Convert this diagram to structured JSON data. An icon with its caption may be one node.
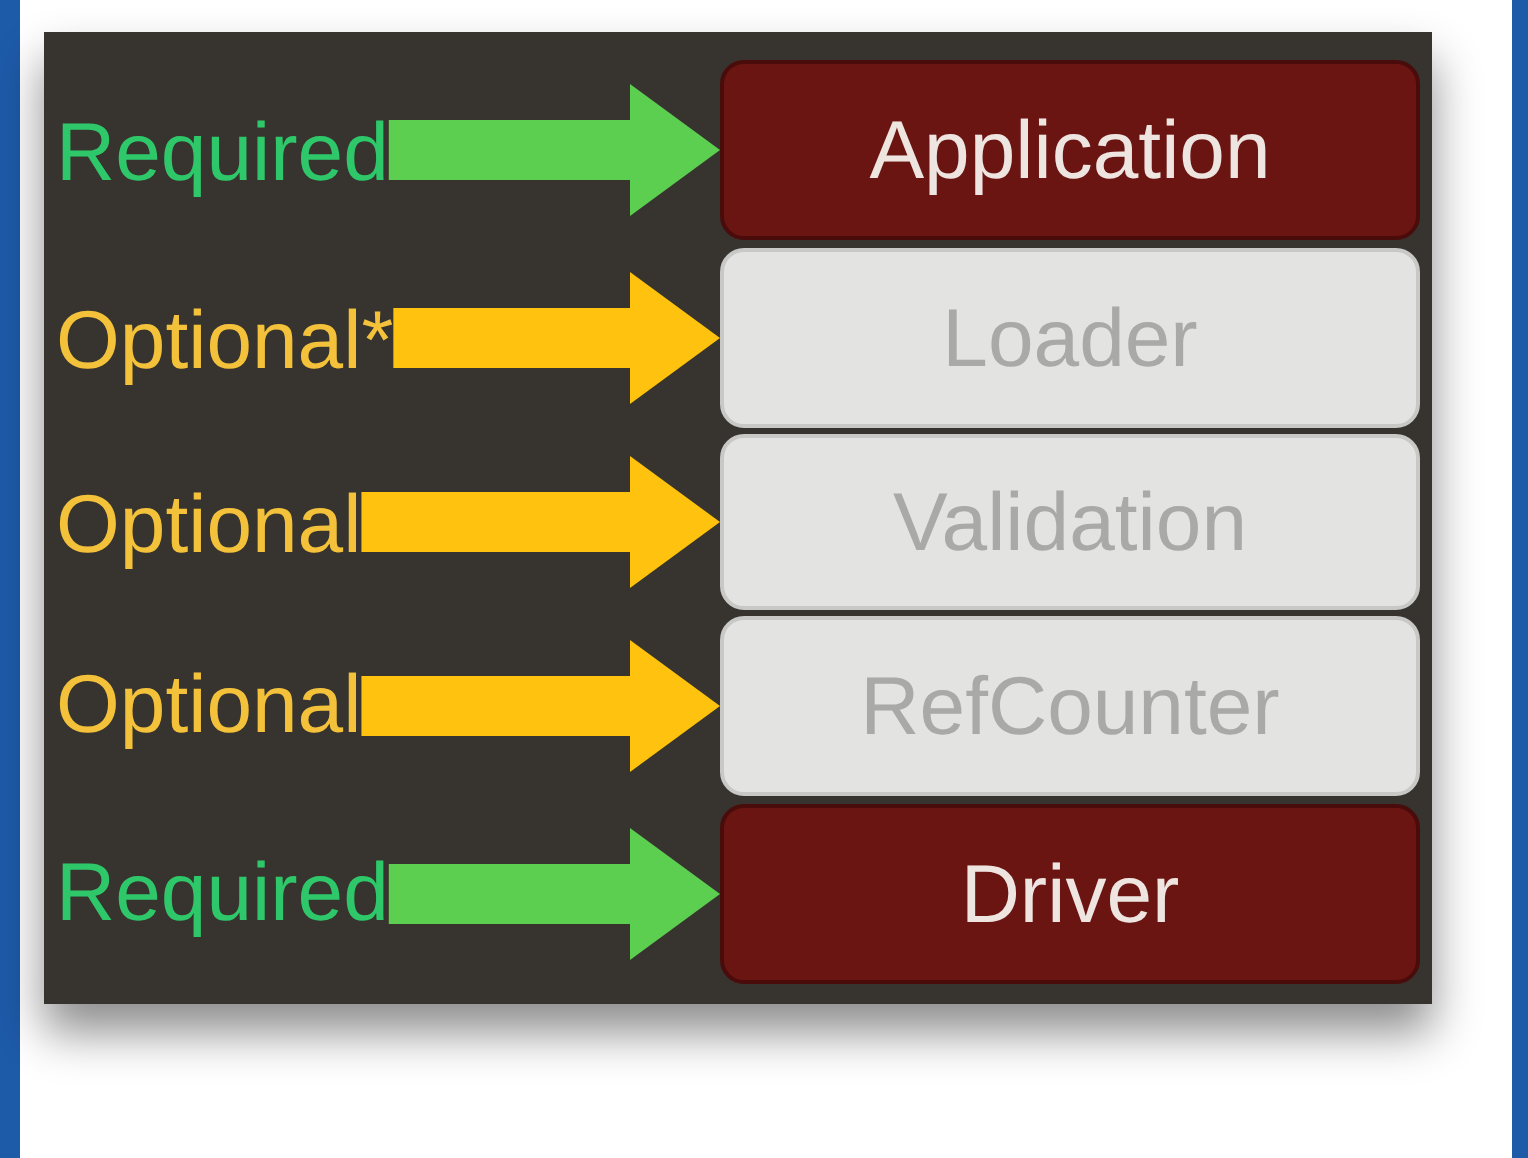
{
  "diagram": {
    "nodes": [
      {
        "text": [
          "Required"
        ]
      },
      {
        "text": [
          "Application"
        ]
      },
      {
        "text": [
          "Optional*"
        ]
      },
      {
        "text": [
          "Loader"
        ]
      },
      {
        "text": [
          "Optional"
        ]
      },
      {
        "text": [
          "Validation"
        ]
      },
      {
        "text": [
          "Optional"
        ]
      },
      {
        "text": [
          "RefCounter"
        ]
      },
      {
        "text": [
          "Required"
        ]
      },
      {
        "text": [
          "Driver"
        ]
      }
    ],
    "edges": [
      {
        "from": 0,
        "to": 1,
        "arrow": "to",
        "color": "#5ccf50"
      },
      {
        "from": 2,
        "to": 3,
        "arrow": "to",
        "color": "#ffc20e"
      },
      {
        "from": 4,
        "to": 5,
        "arrow": "to",
        "color": "#ffc20e"
      },
      {
        "from": 6,
        "to": 7,
        "arrow": "to",
        "color": "#ffc20e"
      },
      {
        "from": 8,
        "to": 9,
        "arrow": "to",
        "color": "#5ccf50"
      }
    ]
  }
}
